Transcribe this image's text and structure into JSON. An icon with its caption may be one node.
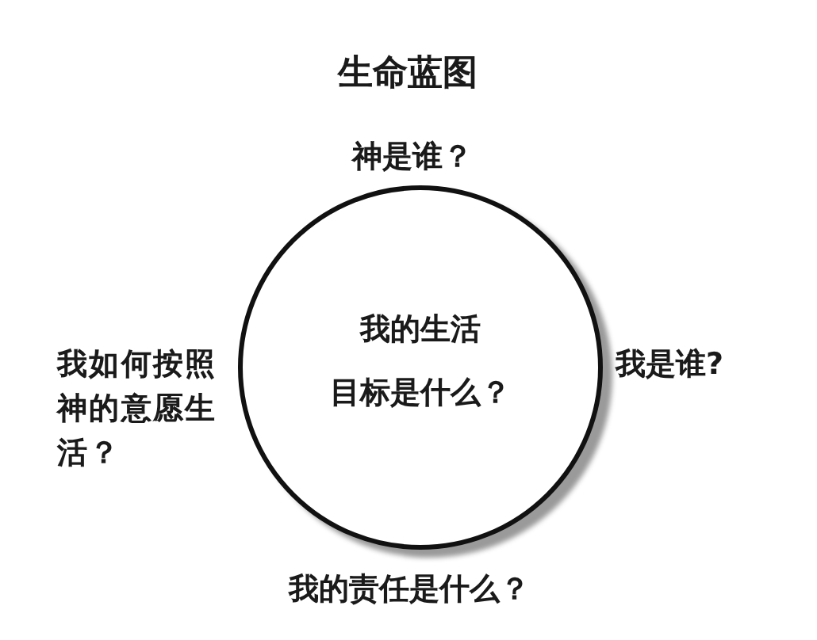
{
  "diagram": {
    "title": "生命蓝图",
    "nodes": [
      {
        "text": [
          "我的生活",
          "目标是什么？"
        ],
        "beside": [
          "神是谁？",
          "我如何按照神的意愿生活？",
          "我是谁?",
          "我的责任是什么？"
        ]
      }
    ]
  }
}
